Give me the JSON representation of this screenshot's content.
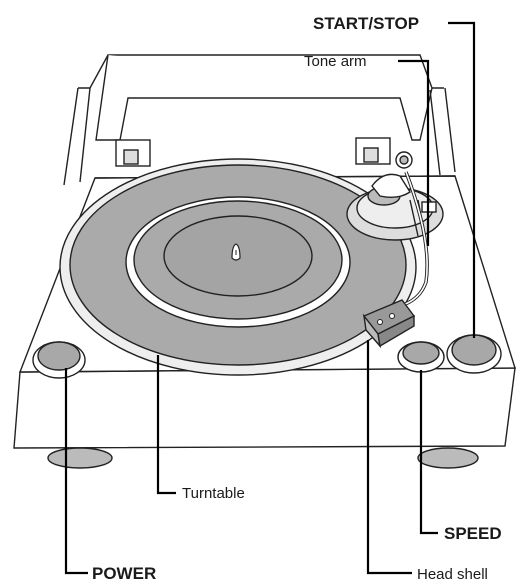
{
  "labels": {
    "start_stop": "START/STOP",
    "tone_arm": "Tone arm",
    "turntable": "Turntable",
    "speed": "SPEED",
    "power": "POWER",
    "head_shell": "Head shell"
  },
  "colors": {
    "platter_mat": "#aaaaaa",
    "platter_rim": "#ffffff",
    "body": "#ffffff",
    "outline": "#222222",
    "button_fill": "#a8a8a8"
  }
}
